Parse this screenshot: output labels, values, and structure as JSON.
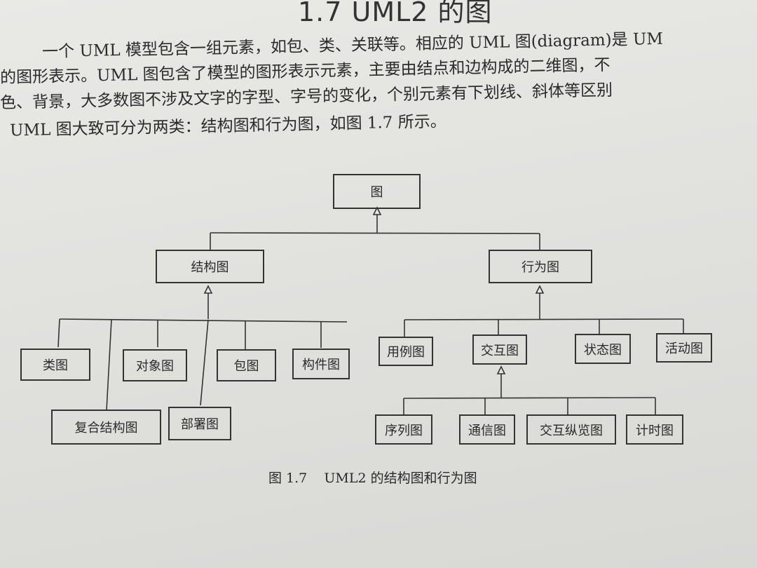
{
  "section_title": "1.7  UML2 的图",
  "paragraph": [
    "一个 UML 模型包含一组元素，如包、类、关联等。相应的 UML 图(diagram)是 UM",
    "的图形表示。UML 图包含了模型的图形表示元素，主要由结点和边构成的二维图，不",
    "色、背景，大多数图不涉及文字的字型、字号的变化，个别元素有下划线、斜体等区别",
    "UML 图大致可分为两类：结构图和行为图，如图 1.7 所示。"
  ],
  "diagram": {
    "root": "图",
    "structure": {
      "label": "结构图",
      "children": [
        "类图",
        "复合结构图",
        "对象图",
        "部署图",
        "包图",
        "构件图"
      ]
    },
    "behavior": {
      "label": "行为图",
      "children": [
        "用例图",
        "交互图",
        "状态图",
        "活动图"
      ],
      "interaction_children": [
        "序列图",
        "通信图",
        "交互纵览图",
        "计时图"
      ]
    }
  },
  "caption": "图 1.7    UML2 的结构图和行为图"
}
